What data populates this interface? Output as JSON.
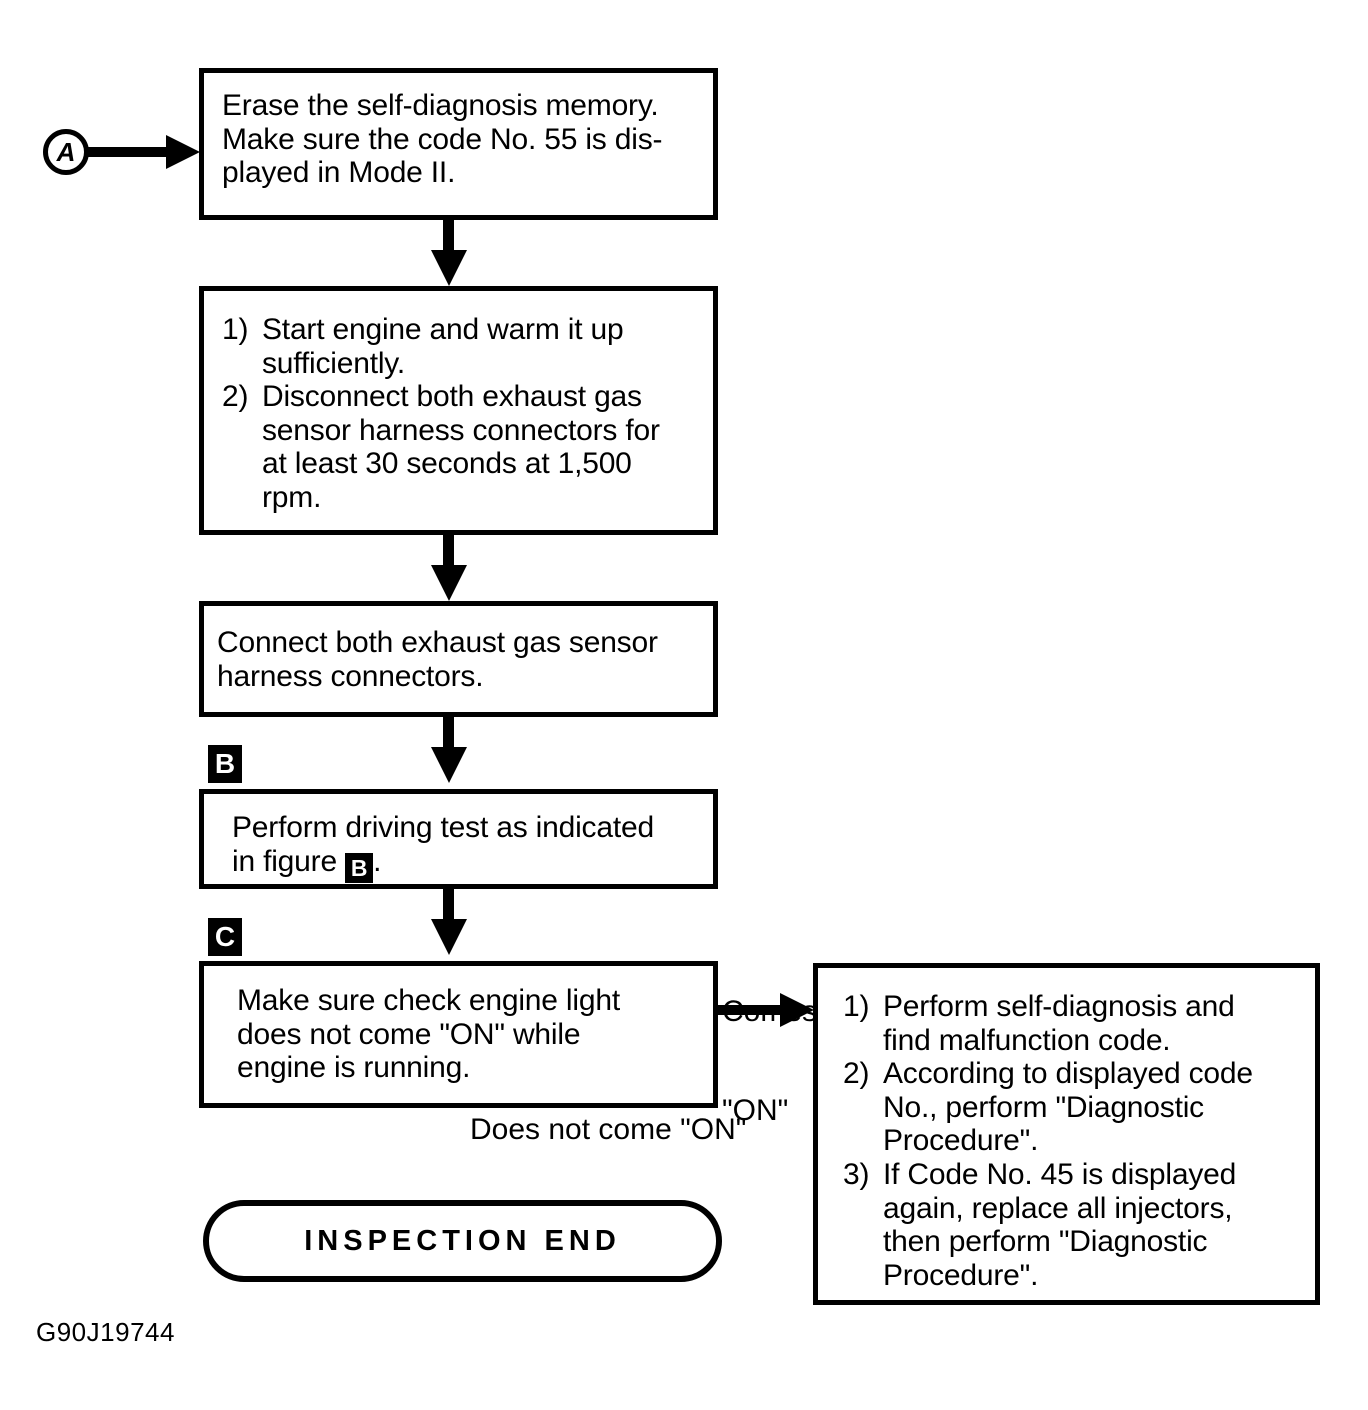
{
  "figure": {
    "code": "G90J19744",
    "type": "diagnostic-flowchart"
  },
  "connectors": {
    "entry_label": "A",
    "marker_b": "B",
    "marker_c": "C"
  },
  "boxes": {
    "erase_memory": {
      "line1": "Erase the self-diagnosis memory.",
      "line2": "Make sure the code No. 55 is dis-",
      "line3": "played in Mode II."
    },
    "start_engine": {
      "items": [
        {
          "num": "1)",
          "lines": [
            "Start engine and warm it up",
            "sufficiently."
          ]
        },
        {
          "num": "2)",
          "lines": [
            "Disconnect both exhaust gas",
            "sensor harness connectors for",
            "at least 30 seconds at 1,500",
            "rpm."
          ]
        }
      ]
    },
    "connect_harness": {
      "line1": "Connect both exhaust gas sensor",
      "line2": "harness connectors."
    },
    "driving_test": {
      "line1": "Perform driving test as indicated",
      "line2_prefix": "in figure ",
      "line2_marker": "B",
      "line2_suffix": "."
    },
    "check_engine_light": {
      "line1": "Make sure check engine light",
      "line2": "does not come \"ON\" while",
      "line3": "engine is running."
    },
    "self_diagnosis": {
      "items": [
        {
          "num": "1)",
          "lines": [
            "Perform self-diagnosis and",
            "find malfunction code."
          ]
        },
        {
          "num": "2)",
          "lines": [
            "According to displayed code",
            "No., perform \"Diagnostic",
            "Procedure\"."
          ]
        },
        {
          "num": "3)",
          "lines": [
            "If Code No. 45 is displayed",
            "again, replace all injectors,",
            "then perform \"Diagnostic",
            "Procedure\"."
          ]
        }
      ]
    }
  },
  "terminator": {
    "label": "INSPECTION END"
  },
  "edge_labels": {
    "comes_on_line1": "Comes",
    "comes_on_line2": "\"ON\"",
    "does_not_come_on": "Does not come \"ON\""
  }
}
